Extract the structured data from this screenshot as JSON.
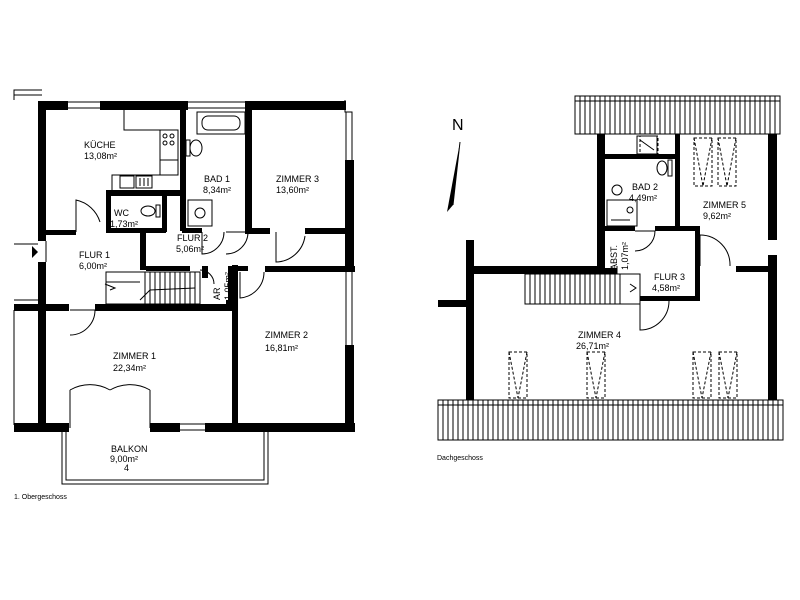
{
  "floor1": {
    "caption": "1. Obergeschoss",
    "rooms": [
      {
        "id": "kueche",
        "name": "KÜCHE",
        "area": "13,08m²"
      },
      {
        "id": "bad1",
        "name": "BAD 1",
        "area": "8,34m²"
      },
      {
        "id": "zimmer3",
        "name": "ZIMMER 3",
        "area": "13,60m²"
      },
      {
        "id": "wc",
        "name": "WC",
        "area": "1,73m²"
      },
      {
        "id": "flur1",
        "name": "FLUR 1",
        "area": "6,00m²"
      },
      {
        "id": "flur2",
        "name": "FLUR 2",
        "area": "5,06m²"
      },
      {
        "id": "ar",
        "name": "AR",
        "area": "1,05m²"
      },
      {
        "id": "zimmer2",
        "name": "ZIMMER 2",
        "area": "16,81m²"
      },
      {
        "id": "zimmer1",
        "name": "ZIMMER 1",
        "area": "22,34m²"
      },
      {
        "id": "balkon",
        "name": "BALKON",
        "area": "9,00m²",
        "note": "4"
      }
    ]
  },
  "attic": {
    "caption": "Dachgeschoss",
    "north_label": "N",
    "rooms": [
      {
        "id": "bad2",
        "name": "BAD 2",
        "area": "4,49m²"
      },
      {
        "id": "zimmer5",
        "name": "ZIMMER 5",
        "area": "9,62m²"
      },
      {
        "id": "abst",
        "name": "ABST.",
        "area": "1,07m²"
      },
      {
        "id": "flur3",
        "name": "FLUR 3",
        "area": "4,58m²"
      },
      {
        "id": "zimmer4",
        "name": "ZIMMER 4",
        "area": "26,71m²"
      }
    ]
  },
  "colors": {
    "wall": "#000000",
    "line": "#000000",
    "background": "#ffffff"
  }
}
